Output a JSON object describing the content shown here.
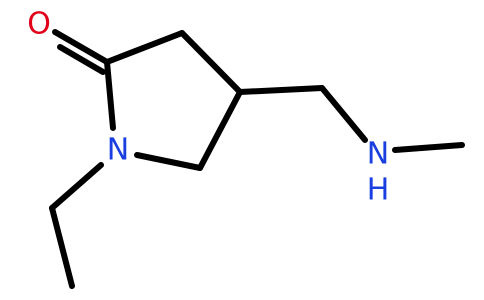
{
  "molecule": {
    "atoms": {
      "oxygen": "O",
      "ring_nitrogen": "N",
      "amine_nitrogen": "N",
      "amine_hydrogen": "H"
    },
    "colors": {
      "bond": "#000000",
      "oxygen": "#e0001a",
      "nitrogen": "#1a3fe0"
    }
  }
}
